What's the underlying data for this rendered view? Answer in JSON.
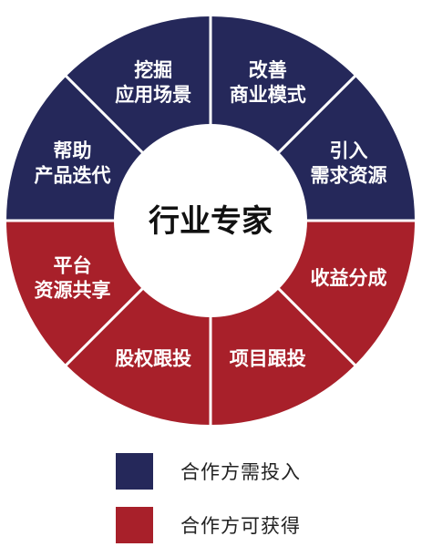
{
  "center": {
    "label": "行业专家"
  },
  "colors": {
    "invest": "#25285a",
    "gain": "#a8202a",
    "divider": "#ffffff",
    "hub": "#ffffff"
  },
  "segments": [
    {
      "key": "improve-business-model",
      "lines": [
        "改善",
        "商业模式"
      ],
      "group": "invest"
    },
    {
      "key": "bring-in-demand",
      "lines": [
        "引入",
        "需求资源"
      ],
      "group": "invest"
    },
    {
      "key": "revenue-share",
      "lines": [
        "收益分成"
      ],
      "group": "gain"
    },
    {
      "key": "project-co-invest",
      "lines": [
        "项目跟投"
      ],
      "group": "gain"
    },
    {
      "key": "equity-co-invest",
      "lines": [
        "股权跟投"
      ],
      "group": "gain"
    },
    {
      "key": "platform-resource-sharing",
      "lines": [
        "平台",
        "资源共享"
      ],
      "group": "gain"
    },
    {
      "key": "help-product-iteration",
      "lines": [
        "帮助",
        "产品迭代"
      ],
      "group": "invest"
    },
    {
      "key": "explore-scenarios",
      "lines": [
        "挖掘",
        "应用场景"
      ],
      "group": "invest"
    }
  ],
  "legend": [
    {
      "group": "invest",
      "label": "合作方需投入"
    },
    {
      "group": "gain",
      "label": "合作方可获得"
    }
  ]
}
